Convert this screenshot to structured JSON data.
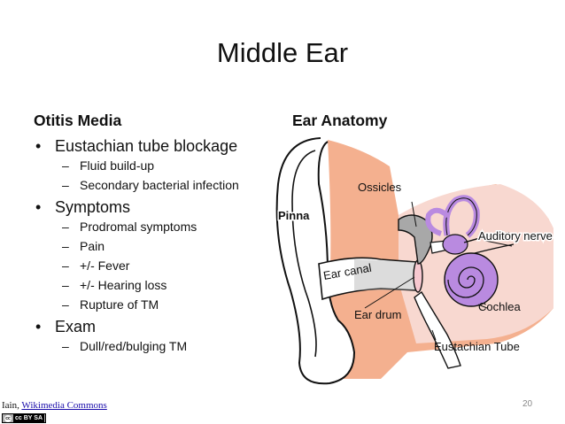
{
  "slide": {
    "title": "Middle Ear",
    "page_number": "20"
  },
  "left_column": {
    "heading": "Otitis Media",
    "bullets": [
      {
        "label": "Eustachian tube blockage",
        "sub": [
          "Fluid build-up",
          "Secondary bacterial infection"
        ]
      },
      {
        "label": "Symptoms",
        "sub": [
          "Prodromal symptoms",
          "Pain",
          "+/- Fever",
          "+/- Hearing loss",
          "Rupture of TM"
        ]
      },
      {
        "label": "Exam",
        "sub": [
          "Dull/red/bulging TM"
        ]
      }
    ]
  },
  "right_column": {
    "heading": "Ear Anatomy",
    "diagram_labels": {
      "pinna": "Pinna",
      "ossicles": "Ossicles",
      "auditory_nerve": "Auditory nerve",
      "ear_canal": "Ear canal",
      "cochlea": "Cochlea",
      "ear_drum": "Ear drum",
      "eustachian_tube": "Eustachian Tube"
    },
    "colors": {
      "skin": "#f4b08f",
      "middle_ear_pink": "#f8d8d0",
      "ear_canal_gray": "#9a9a9a",
      "ossicle_gray": "#a8a8a8",
      "cochlea_purple": "#b98ae0",
      "outline": "#111111"
    }
  },
  "credit": {
    "author": "Iain, ",
    "link_text": "Wikimedia Commons",
    "license_badge": "cc BY SA"
  }
}
